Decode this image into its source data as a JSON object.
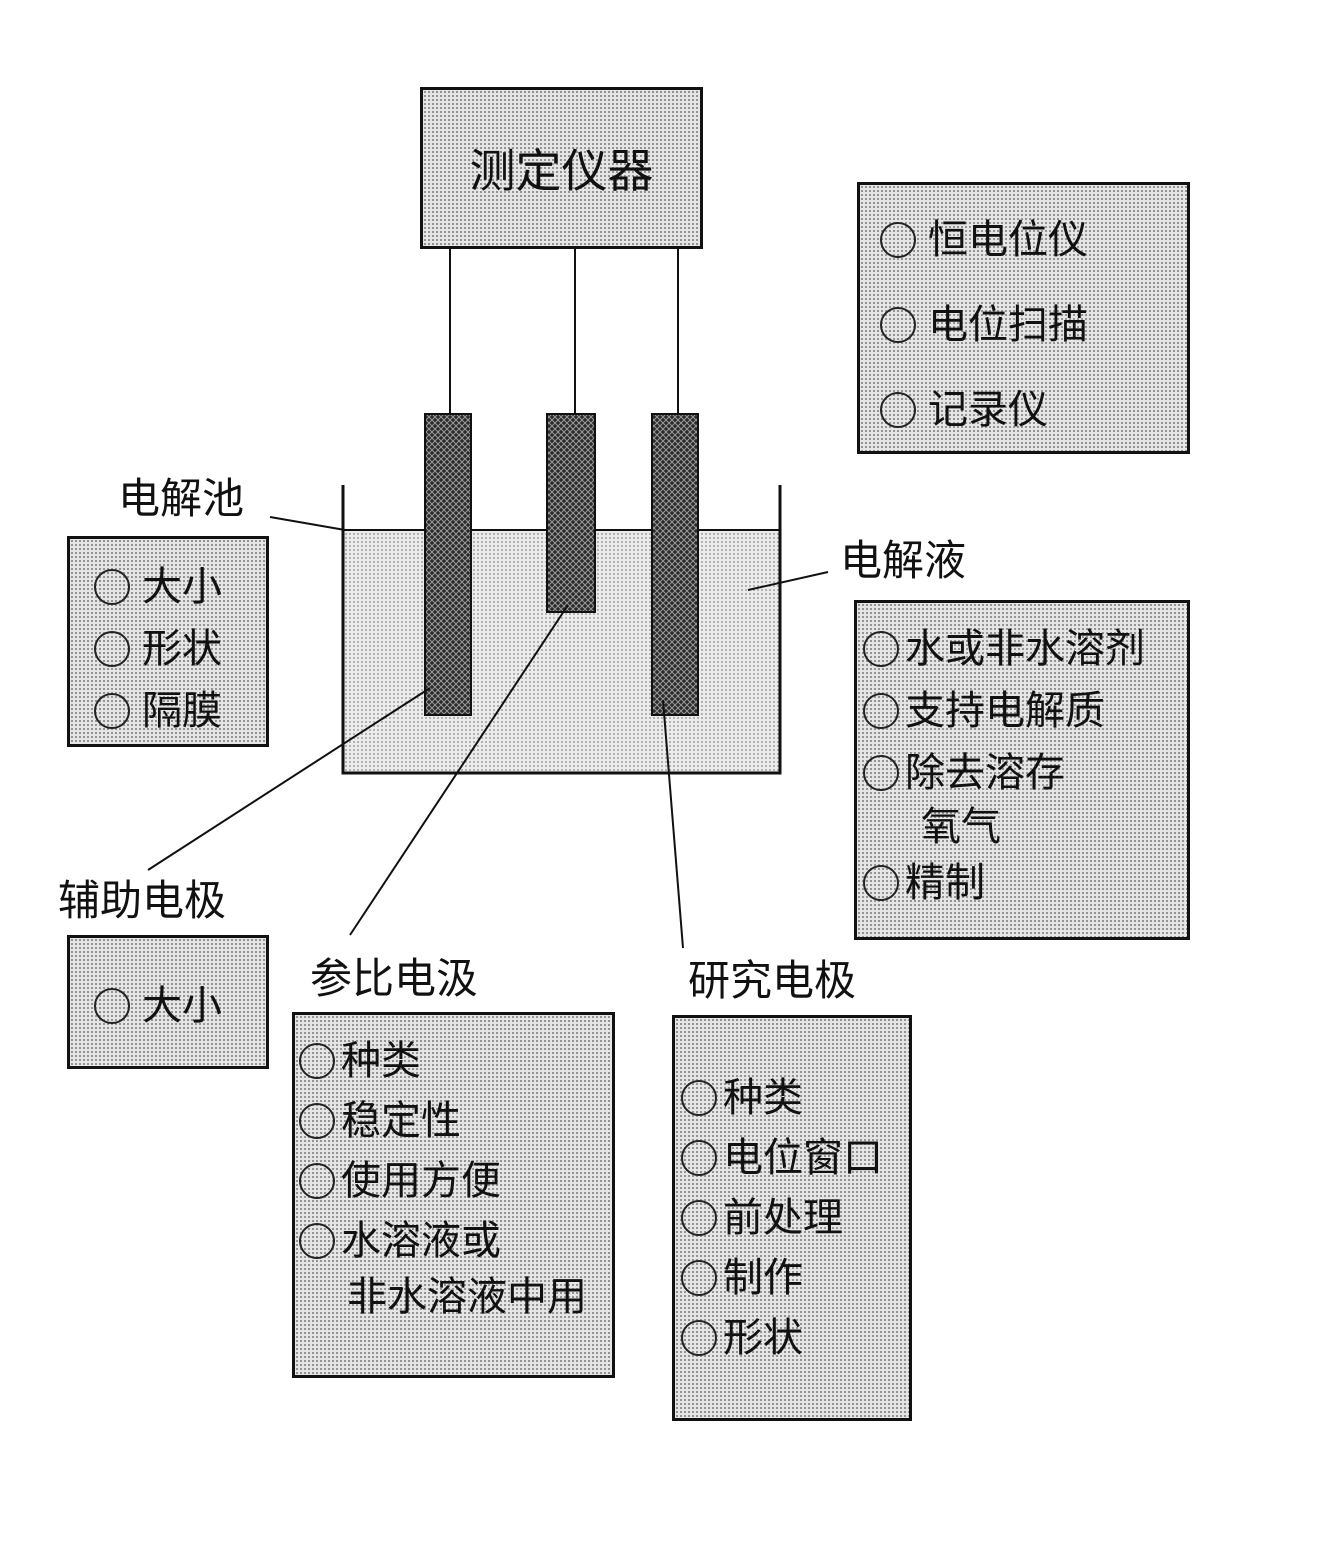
{
  "instrument": {
    "title": "测定仪器"
  },
  "instrument_options": [
    "恒电位仪",
    "电位扫描",
    "记录仪"
  ],
  "cell": {
    "label": "电解池",
    "options": [
      "大小",
      "形状",
      "隔膜"
    ]
  },
  "electrolyte": {
    "label": "电解液",
    "options": [
      "水或非水溶剂",
      "支持电解质",
      "除去溶存",
      "氧气",
      "精制"
    ]
  },
  "auxiliary_electrode": {
    "label": "辅助电极",
    "options": [
      "大小"
    ]
  },
  "reference_electrode": {
    "label": "参比电汲",
    "options": [
      "种类",
      "稳定性",
      "使用方便",
      "水溶液或",
      "非水溶液中用"
    ]
  },
  "working_electrode": {
    "label": "研究电极",
    "options": [
      "种类",
      "电位窗口",
      "前处理",
      "制作",
      "形状"
    ]
  }
}
